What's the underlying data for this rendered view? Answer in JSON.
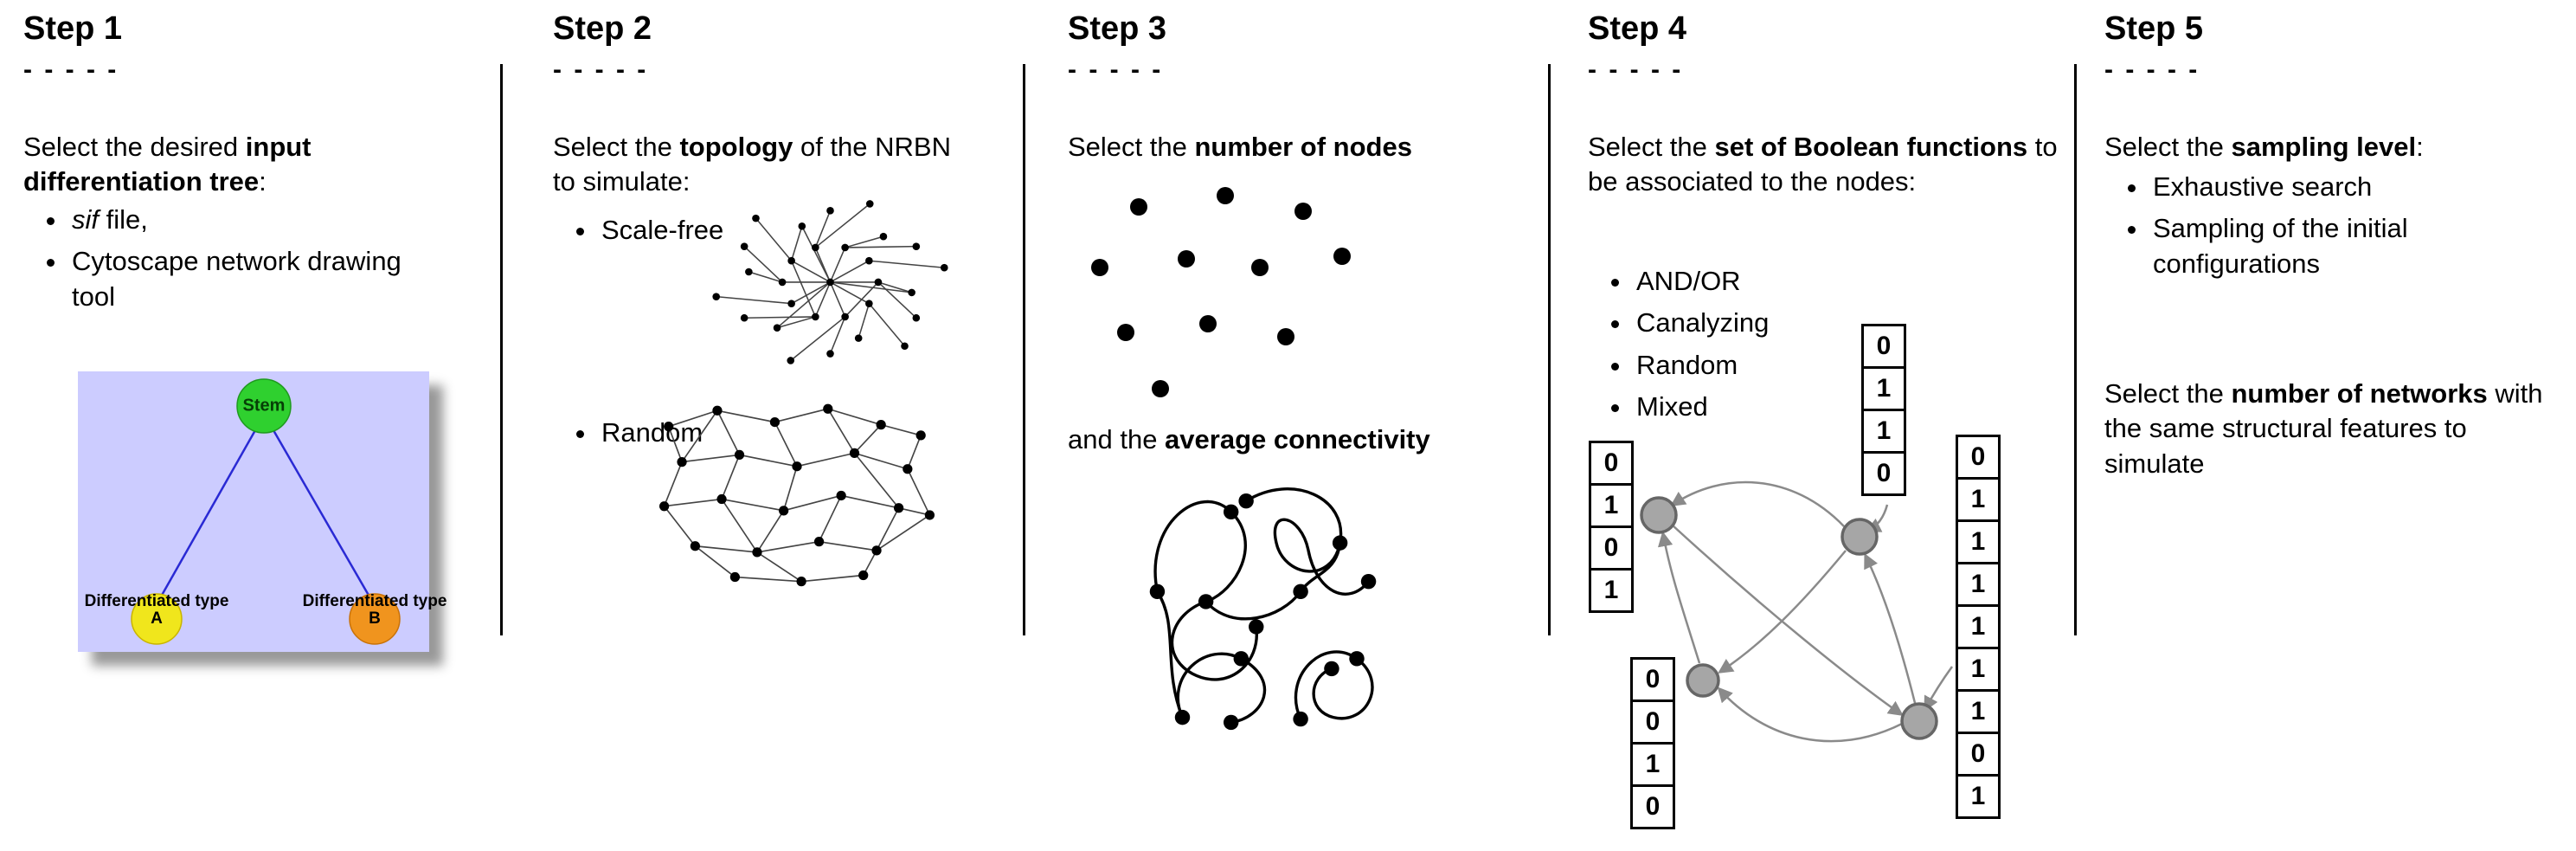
{
  "step1": {
    "title": "Step 1",
    "dashes": "- - - - -",
    "intro": {
      "pre": "Select the desired ",
      "bold": "input differentiation tree",
      "post": ":"
    },
    "bullet1_italic": "sif",
    "bullet1_rest": " file,",
    "bullet2": "Cytoscape network drawing tool",
    "tree": {
      "root": "Stem",
      "left": "Differentiated type A",
      "right": "Differentiated type B"
    }
  },
  "step2": {
    "title": "Step 2",
    "dashes": "- - - - -",
    "intro": {
      "pre": "Select the ",
      "bold": "topology",
      "post": " of the NRBN to simulate:"
    },
    "bullet1": "Scale-free",
    "bullet2": "Random"
  },
  "step3": {
    "title": "Step 3",
    "dashes": "- - - - -",
    "line1": {
      "pre": "Select the ",
      "bold": "number of nodes",
      "post": ""
    },
    "line2": {
      "pre": "and the ",
      "bold": "average connectivity",
      "post": ""
    }
  },
  "step4": {
    "title": "Step 4",
    "dashes": "- - - - -",
    "intro": {
      "pre": "Select the ",
      "bold": "set of Boolean functions",
      "post": " to be associated to the nodes:"
    },
    "bullets": [
      "AND/OR",
      "Canalyzing",
      "Random",
      "Mixed"
    ],
    "tables": {
      "top": [
        "0",
        "1",
        "1",
        "0"
      ],
      "left": [
        "0",
        "1",
        "0",
        "1"
      ],
      "bottom_left": [
        "0",
        "0",
        "1",
        "0"
      ],
      "right": [
        "0",
        "1",
        "1",
        "1",
        "1",
        "1",
        "1",
        "0",
        "1"
      ]
    }
  },
  "step5": {
    "title": "Step 5",
    "dashes": "- - - - -",
    "p1": {
      "pre": "Select the ",
      "bold": "sampling level",
      "post": ":"
    },
    "bullets": [
      "Exhaustive search",
      "Sampling of the initial configurations"
    ],
    "p2": {
      "pre": "Select the ",
      "bold": "number of networks",
      "post": " with the same structural features to simulate"
    }
  },
  "colors": {
    "stem_green": "#2fd02f",
    "type_a_yellow": "#f0e61c",
    "type_b_orange": "#f0941e",
    "tree_bg": "#ccccff",
    "tree_edge_blue": "#2a2ad4",
    "node_gray": "#a6a6a6",
    "edge_gray": "#8a8a8a",
    "dot_black": "#000000"
  }
}
